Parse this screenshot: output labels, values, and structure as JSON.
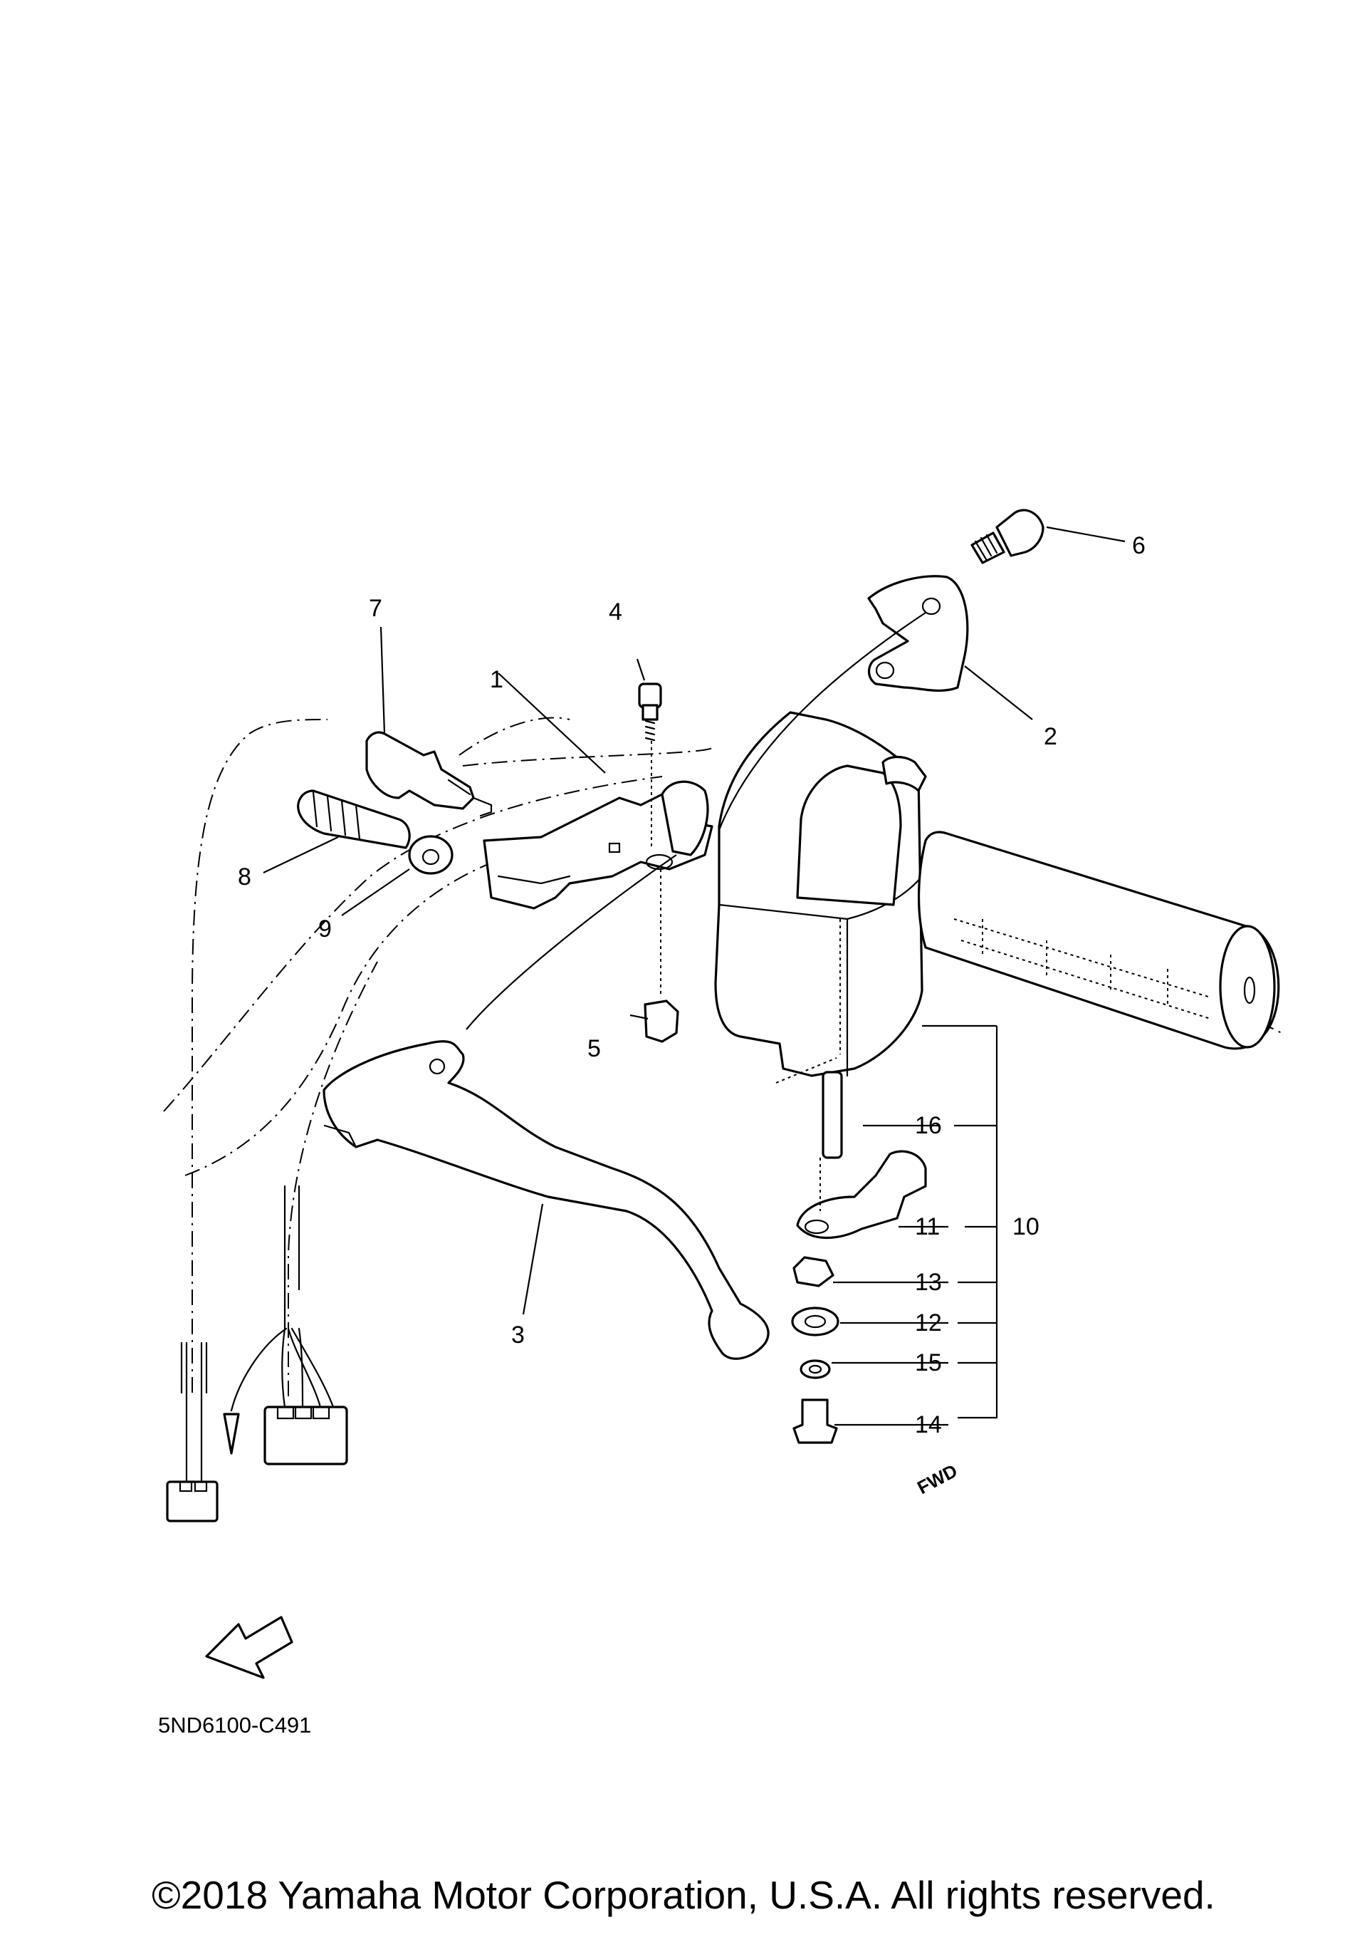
{
  "diagram_code": "5ND6100-C491",
  "direction_badge": "FWD",
  "copyright": "©2018 Yamaha Motor Corporation, U.S.A. All rights reserved.",
  "callouts": {
    "p1": "1",
    "p2": "2",
    "p3": "3",
    "p4": "4",
    "p5": "5",
    "p6": "6",
    "p7": "7",
    "p8": "8",
    "p9": "9",
    "p10": "10",
    "p11": "11",
    "p12": "12",
    "p13": "13",
    "p14": "14",
    "p15": "15",
    "p16": "16"
  }
}
